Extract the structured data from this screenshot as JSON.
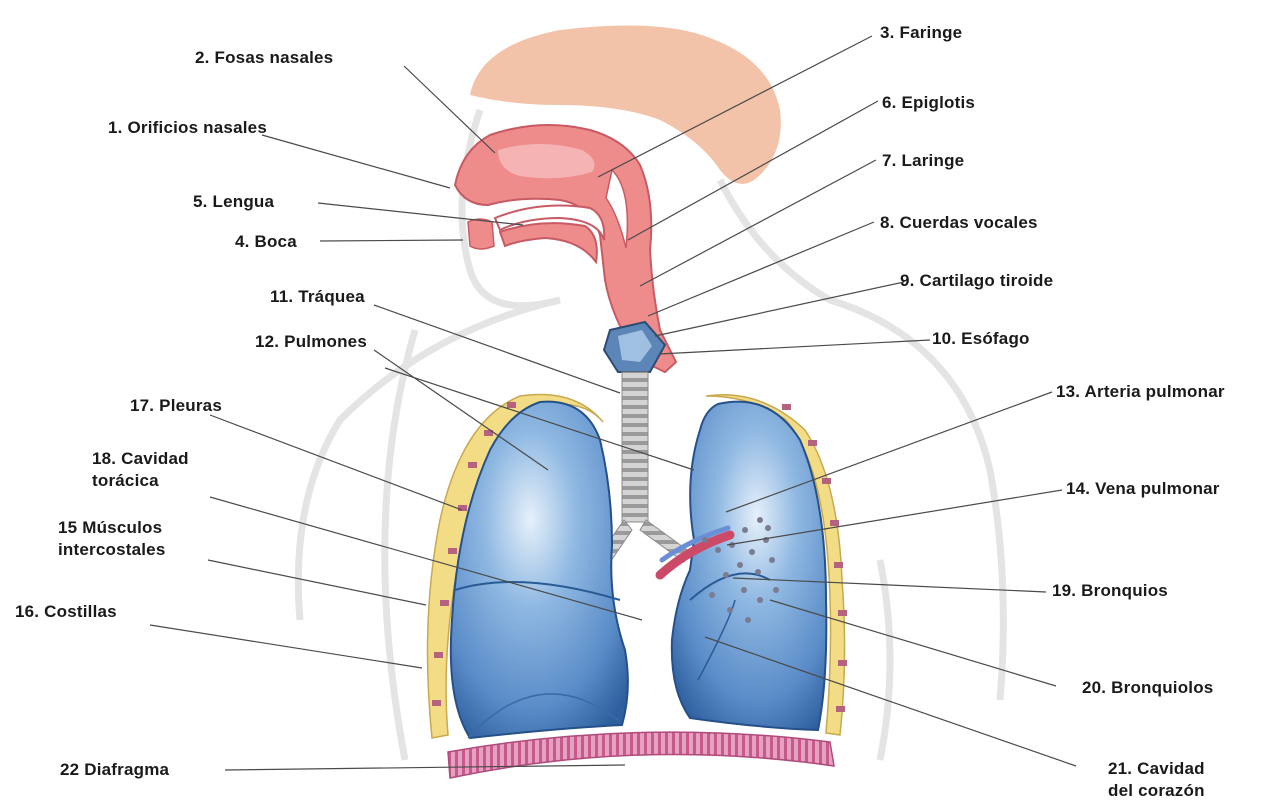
{
  "colors": {
    "body_outline": "#e2e2e2",
    "head": "#f2c2a8",
    "airway": "#ee8c8c",
    "airway_dark": "#c85a64",
    "lung": "#6a9cd2",
    "lung_dark": "#2f5f9e",
    "lung_light": "#d8e8f6",
    "pleura": "#f2dc88",
    "rib": "#b0607a",
    "trachea": "#bcbcbc",
    "diaphragm": "#d07aa0",
    "leader_line": "#4a4a4a",
    "label_text": "#1a1a1a"
  },
  "labels": {
    "l1": "1. Orificios nasales",
    "l2": "2. Fosas nasales",
    "l3": "3. Faringe",
    "l4": "4. Boca",
    "l5": "5. Lengua",
    "l6": "6. Epiglotis",
    "l7": "7. Laringe",
    "l8": "8. Cuerdas vocales",
    "l9": "9. Cartilago tiroide",
    "l10": "10. Esófago",
    "l11": "11. Tráquea",
    "l12": "12. Pulmones",
    "l13": "13. Arteria pulmonar",
    "l14": "14. Vena pulmonar",
    "l15a": "15 Músculos",
    "l15b": "intercostales",
    "l16": "16. Costillas",
    "l17": "17. Pleuras",
    "l18a": "18. Cavidad",
    "l18b": "torácica",
    "l19": "19. Bronquios",
    "l20": "20. Bronquiolos",
    "l21a": "21. Cavidad",
    "l21b": "del corazón",
    "l22": "22 Diafragma"
  }
}
